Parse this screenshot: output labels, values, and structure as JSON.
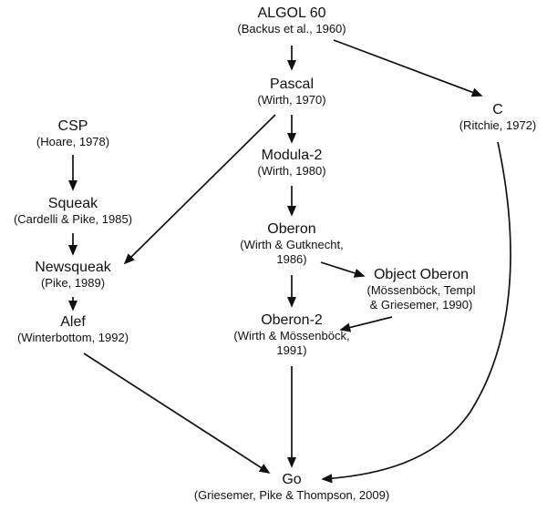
{
  "diagram": {
    "background_color": "#ffffff",
    "text_color": "#111111",
    "arrow_color": "#111111",
    "nodes": [
      {
        "id": "algol60",
        "label": "ALGOL 60",
        "caption": "(Backus et al., 1960)"
      },
      {
        "id": "pascal",
        "label": "Pascal",
        "caption": "(Wirth, 1970)"
      },
      {
        "id": "c",
        "label": "C",
        "caption": "(Ritchie, 1972)"
      },
      {
        "id": "csp",
        "label": "CSP",
        "caption": "(Hoare, 1978)"
      },
      {
        "id": "modula2",
        "label": "Modula-2",
        "caption": "(Wirth, 1980)"
      },
      {
        "id": "squeak",
        "label": "Squeak",
        "caption": "(Cardelli & Pike, 1985)"
      },
      {
        "id": "oberon",
        "label": "Oberon",
        "caption": "(Wirth & Gutknecht,\n1986)"
      },
      {
        "id": "newsqueak",
        "label": "Newsqueak",
        "caption": "(Pike, 1989)"
      },
      {
        "id": "object-oberon",
        "label": "Object Oberon",
        "caption": "(Mössenböck, Templ\n& Griesemer, 1990)"
      },
      {
        "id": "oberon2",
        "label": "Oberon-2",
        "caption": "(Wirth & Mössenböck,\n1991)"
      },
      {
        "id": "alef",
        "label": "Alef",
        "caption": "(Winterbottom, 1992)"
      },
      {
        "id": "go",
        "label": "Go",
        "caption": "(Griesemer, Pike & Thompson, 2009)"
      }
    ],
    "edges": [
      {
        "from": "ALGOL 60",
        "to": "Pascal"
      },
      {
        "from": "ALGOL 60",
        "to": "C"
      },
      {
        "from": "Pascal",
        "to": "Modula-2"
      },
      {
        "from": "Pascal",
        "to": "Newsqueak"
      },
      {
        "from": "CSP",
        "to": "Squeak"
      },
      {
        "from": "Squeak",
        "to": "Newsqueak"
      },
      {
        "from": "Newsqueak",
        "to": "Alef"
      },
      {
        "from": "Modula-2",
        "to": "Oberon"
      },
      {
        "from": "Oberon",
        "to": "Object Oberon"
      },
      {
        "from": "Oberon",
        "to": "Oberon-2"
      },
      {
        "from": "Object Oberon",
        "to": "Oberon-2"
      },
      {
        "from": "Alef",
        "to": "Go"
      },
      {
        "from": "Oberon-2",
        "to": "Go"
      },
      {
        "from": "C",
        "to": "Go"
      }
    ]
  }
}
